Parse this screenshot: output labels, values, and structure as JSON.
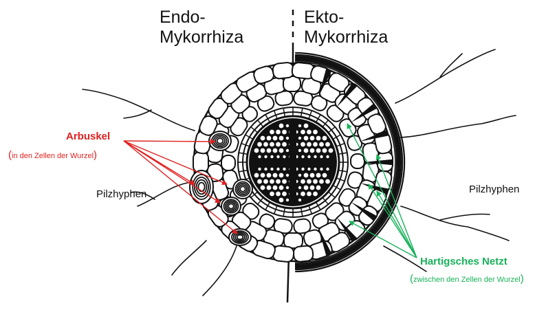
{
  "labels": {
    "endo_title": [
      "Endo-",
      "Mykorrhiza"
    ],
    "ekto_title": [
      "Ekto-",
      "Mykorrhiza"
    ],
    "pilzhyphen_left": "Pilzhyphen",
    "pilzhyphen_right": "Pilzhyphen",
    "arbuskel": "Arbuskel",
    "arbuskel_note": "in den Zellen der Wurzel",
    "hartig": "Hartigsches Netzt",
    "hartig_note": "zwischen den Zellen der Wurzel"
  },
  "colors": {
    "arbuskel": "#e02020",
    "hartig": "#18b25a",
    "ink": "#111111"
  }
}
